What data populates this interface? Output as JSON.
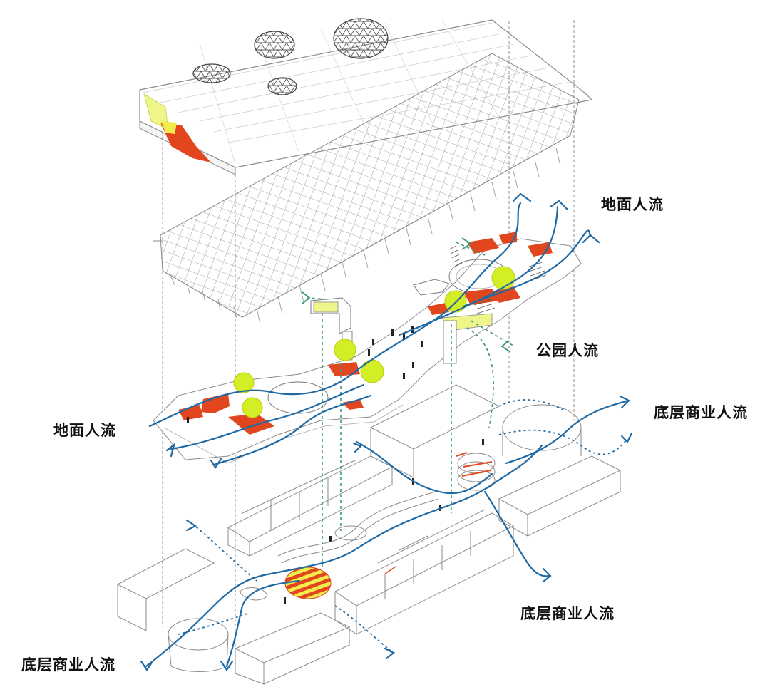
{
  "colors": {
    "ground_flow": "#1f6aa5",
    "park_flow": "#3d9a78",
    "commercial_flow": "#1f6aa5",
    "structure_line": "#9a9a9a",
    "accent_red": "#e2461e",
    "accent_yellow": "#f1ed4d",
    "tree_green": "#d4ee25"
  },
  "labels": {
    "ground_flow_right": "地面人流",
    "park_flow": "公园人流",
    "commercial_flow_right": "底层商业人流",
    "ground_flow_left": "地面人流",
    "commercial_flow_mid": "底层商业人流",
    "commercial_flow_left": "底层商业人流"
  },
  "icons": {
    "flow_arrow": "arrowhead-icon",
    "tree": "tree-icon",
    "person": "person-icon"
  }
}
